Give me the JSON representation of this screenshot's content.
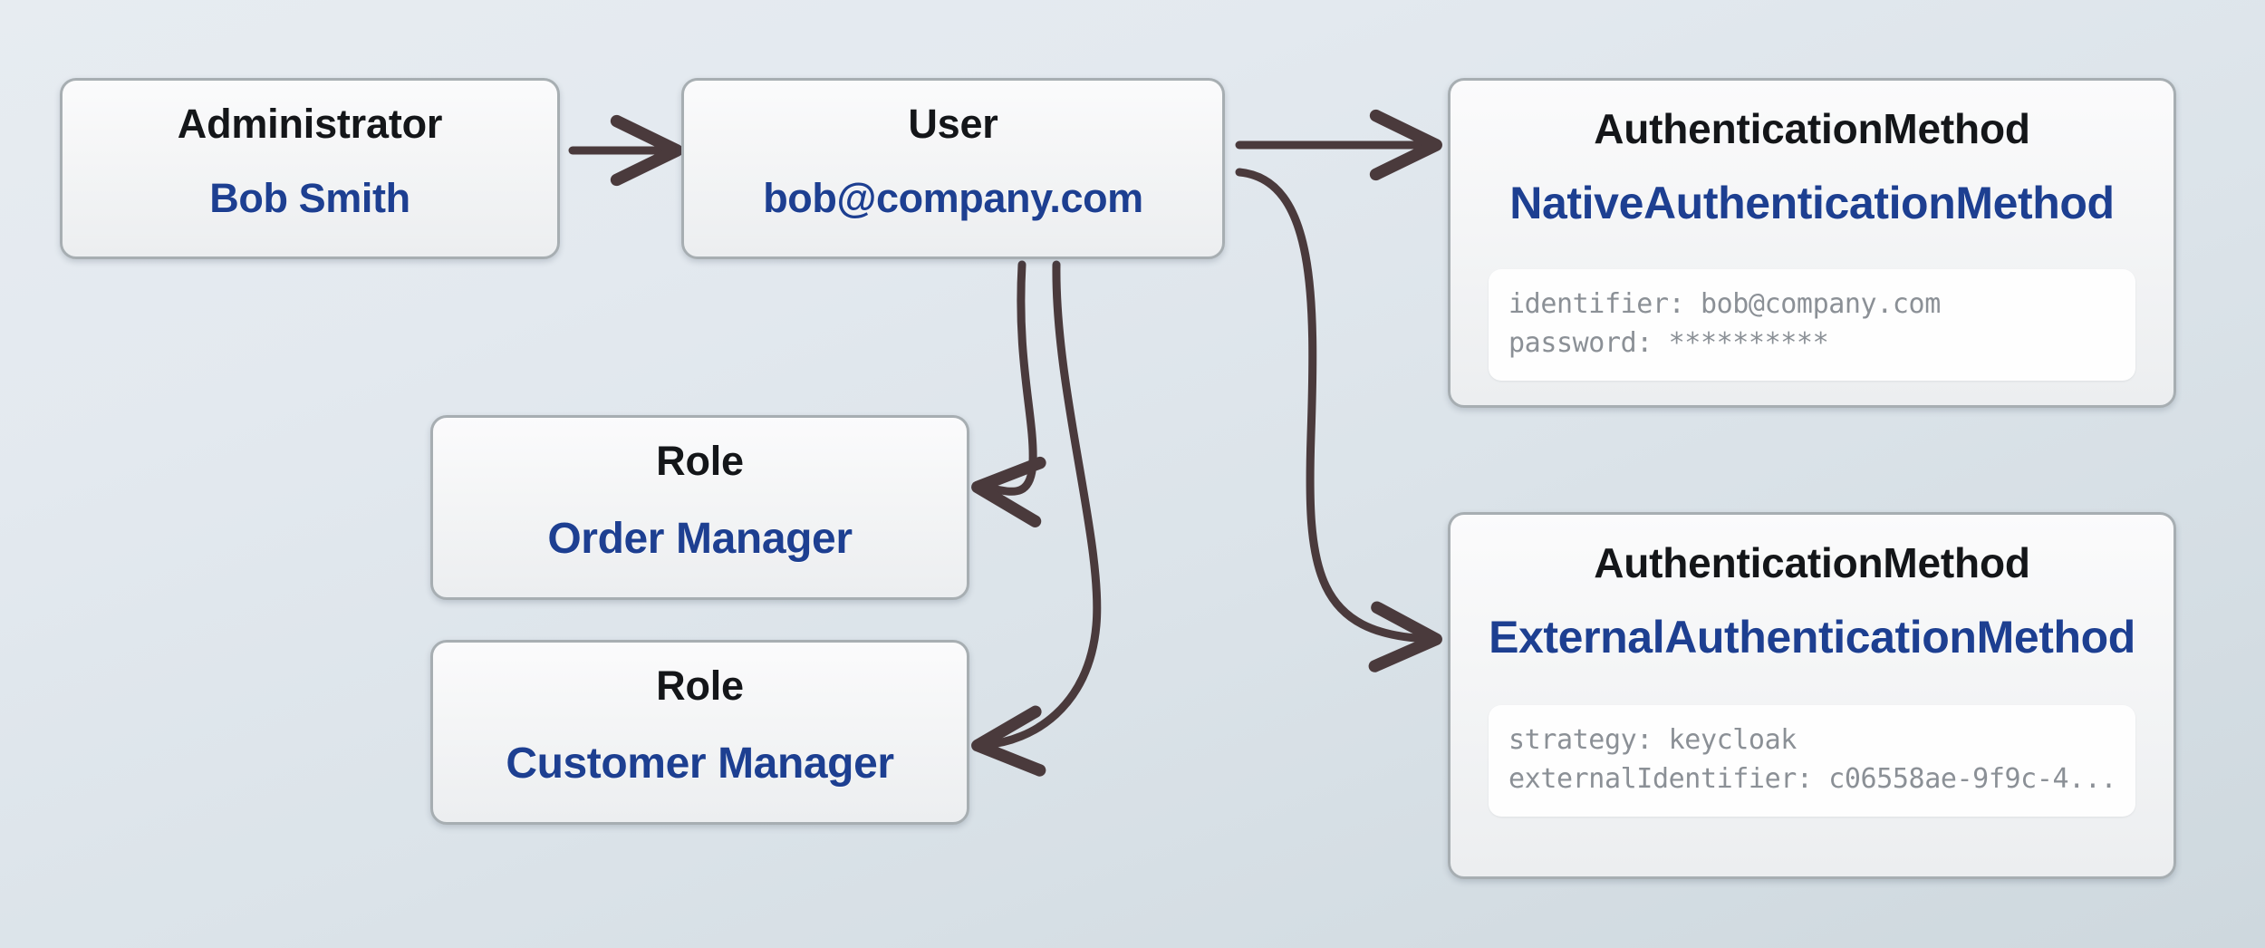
{
  "diagram": {
    "type": "entity-relationship",
    "background_top_color": "#e7ecf1",
    "background_bottom_color": "#ced8de",
    "accent_color": "#1d3f91",
    "connector_color": "#4a3a3c",
    "nodes": [
      {
        "id": "administrator",
        "type_label": "Administrator",
        "title_label": "Bob Smith"
      },
      {
        "id": "user",
        "type_label": "User",
        "title_label": "bob@company.com"
      },
      {
        "id": "role-order",
        "type_label": "Role",
        "title_label": "Order Manager"
      },
      {
        "id": "role-customer",
        "type_label": "Role",
        "title_label": "Customer Manager"
      },
      {
        "id": "auth-native",
        "type_label": "AuthenticationMethod",
        "title_label": "NativeAuthenticationMethod",
        "properties": [
          "identifier: bob@company.com",
          "password: **********"
        ]
      },
      {
        "id": "auth-external",
        "type_label": "AuthenticationMethod",
        "title_label": "ExternalAuthenticationMethod",
        "properties": [
          "strategy: keycloak",
          "externalIdentifier: c06558ae-9f9c-4..."
        ]
      }
    ],
    "edges": [
      {
        "id": "administrator-to-user",
        "from": "administrator",
        "to": "user",
        "style": "straight"
      },
      {
        "id": "user-to-auth-native",
        "from": "user",
        "to": "auth-native",
        "style": "straight"
      },
      {
        "id": "user-to-auth-external",
        "from": "user",
        "to": "auth-external",
        "style": "curved"
      },
      {
        "id": "user-to-role-order",
        "from": "user",
        "to": "role-order",
        "style": "curved"
      },
      {
        "id": "user-to-role-customer",
        "from": "user",
        "to": "role-customer",
        "style": "curved"
      }
    ]
  }
}
